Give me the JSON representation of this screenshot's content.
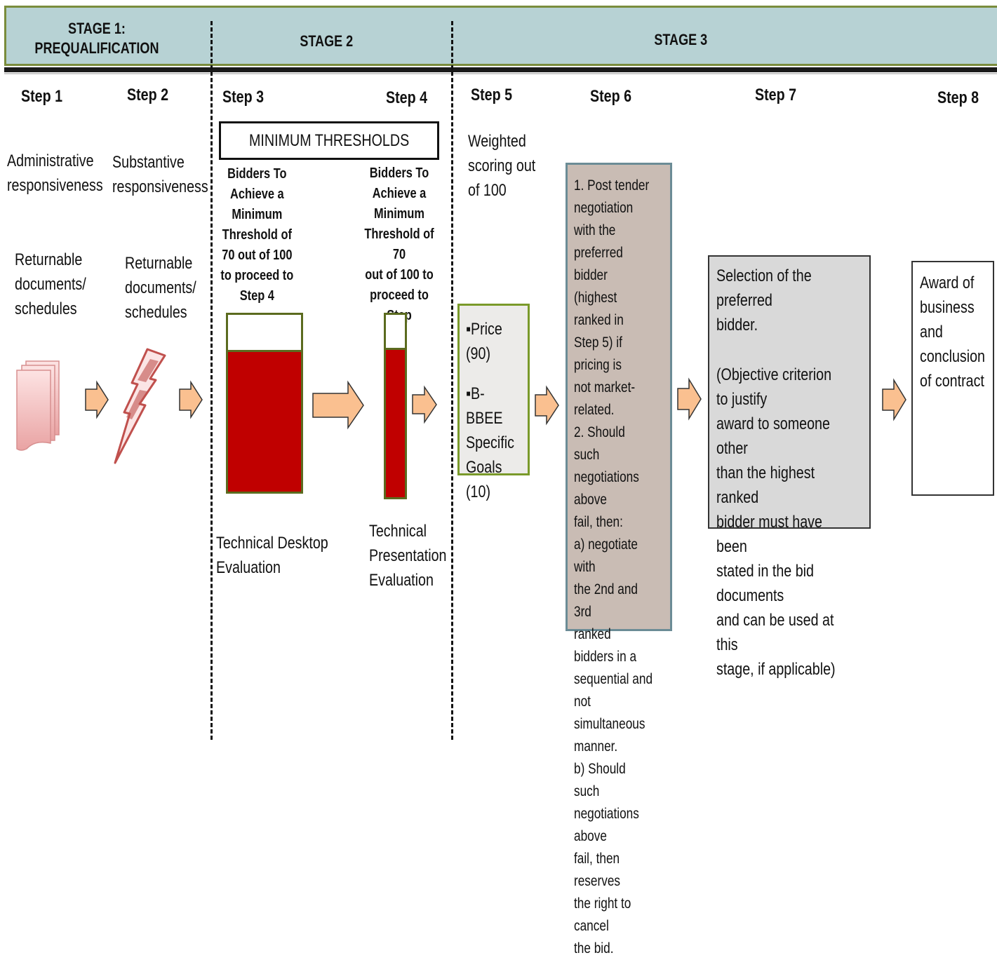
{
  "stages": {
    "stage1": "STAGE 1:\nPREQUALIFICATION",
    "stage2": "STAGE 2",
    "stage3": "STAGE 3"
  },
  "steps": [
    "Step 1",
    "Step 2",
    "Step 3",
    "Step 4",
    "Step 5",
    "Step 6",
    "Step 7",
    "Step 8"
  ],
  "step1": {
    "title": "Administrative\nresponsiveness",
    "docs": "Returnable\ndocuments/\nschedules"
  },
  "step2": {
    "title": "Substantive\nresponsiveness",
    "docs": "Returnable\ndocuments/\nschedules"
  },
  "thresholds": {
    "title": "MINIMUM THRESHOLDS",
    "step3_text": "Bidders To\nAchieve a\nMinimum\nThreshold of\n70 out of 100\nto proceed to\nStep 4",
    "step4_text": "Bidders To\nAchieve a\nMinimum\nThreshold of 70\nout of 100 to\nproceed to Step\n5",
    "step3_fill": 0.8,
    "step4_fill": 0.82
  },
  "step3": {
    "label": "Technical Desktop\nEvaluation"
  },
  "step4": {
    "label": "Technical\nPresentation\nEvaluation"
  },
  "step5": {
    "title": "Weighted\nscoring out\nof 100",
    "price": "▪Price\n(90)",
    "bbbee": "▪B-BBEE\nSpecific\nGoals (10)"
  },
  "step6": {
    "text": "1. Post tender\nnegotiation with the\npreferred bidder\n(highest ranked in\nStep 5) if pricing is\nnot market-related.\n2. Should such\nnegotiations above\nfail, then:\na) negotiate with\nthe 2nd and 3rd\nranked bidders in a\nsequential and not\nsimultaneous\nmanner.\nb) Should such\nnegotiations above\nfail, then reserves\nthe right to cancel\nthe bid."
  },
  "step7": {
    "title": "Selection of the preferred\nbidder.",
    "note": "(Objective criterion to justify\naward to someone other\nthan the highest ranked\nbidder must have been\nstated in the bid documents\nand can be used at this\nstage, if applicable)"
  },
  "step8": {
    "text": "Award of\nbusiness\nand\nconclusion\nof contract"
  },
  "colors": {
    "header_band": "#b7d2d4",
    "header_border": "#7a8c3c",
    "bar_fill": "#c00000",
    "bar_border": "#5b6b1f",
    "arrow_fill": "#fac090",
    "arrow_stroke": "#333333",
    "negotiation_box": "#c9bcb4",
    "selection_box": "#d9d9d9",
    "scoring_box": "#ecebe9"
  }
}
